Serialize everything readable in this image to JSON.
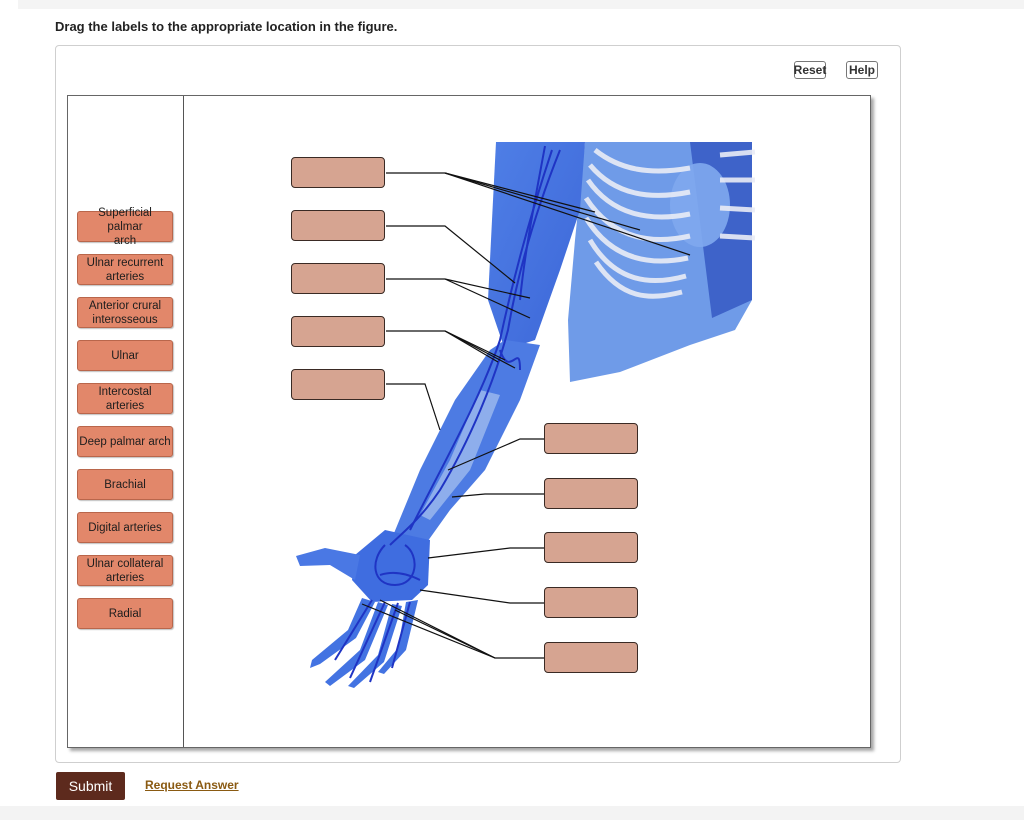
{
  "instruction": "Drag the labels to the appropriate location in the figure.",
  "toolbar": {
    "reset_label": "Reset",
    "help_label": "Help"
  },
  "label_bank": [
    {
      "line1": "Superficial palmar",
      "line2": "arch"
    },
    {
      "line1": "Ulnar recurrent",
      "line2": "arteries"
    },
    {
      "line1": "Anterior crural",
      "line2": "interosseous"
    },
    {
      "line1": "Ulnar",
      "line2": ""
    },
    {
      "line1": "Intercostal",
      "line2": "arteries"
    },
    {
      "line1": "Deep palmar arch",
      "line2": ""
    },
    {
      "line1": "Brachial",
      "line2": ""
    },
    {
      "line1": "Digital arteries",
      "line2": ""
    },
    {
      "line1": "Ulnar collateral",
      "line2": "arteries"
    },
    {
      "line1": "Radial",
      "line2": ""
    }
  ],
  "footer": {
    "submit_label": "Submit",
    "request_label": "Request Answer"
  },
  "colors": {
    "label_chip": "#e2876a",
    "drop_target": "#d6a491",
    "submit": "#5d2a1d",
    "link": "#8a5a12",
    "vessel": "#1b35c8",
    "body": "#5a86e0"
  },
  "illustration_icon": "upper-limb-arteries-anatomy"
}
